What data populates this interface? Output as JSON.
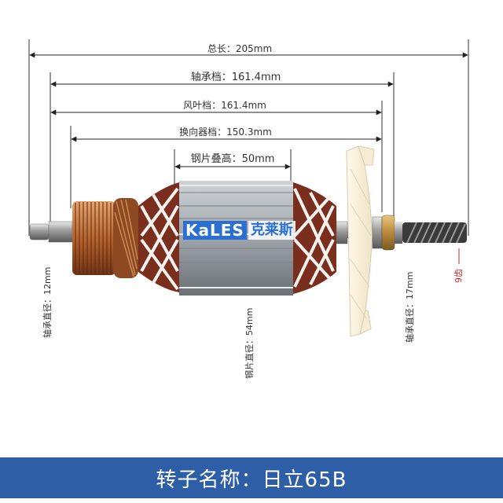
{
  "dimensions": {
    "total_length": "总长：205mm",
    "bearing_span": "轴承档：161.4mm",
    "fan_span": "风叶档：161.4mm",
    "commutator_span": "换向器档：150.3mm",
    "lamination_stack": "钢片叠高：50mm",
    "left_bearing_diameter": "轴承直径：12mm",
    "lamination_diameter": "钢片直径：54mm",
    "right_bearing_diameter": "轴承直径：17mm",
    "teeth_count": "9齿"
  },
  "brand": {
    "latin": "KaLES",
    "chinese": "克莱斯"
  },
  "banner": {
    "title": "转子名称：日立65B"
  },
  "colors": {
    "banner_bg": "#2e5ea6",
    "brand_blue": "#2a6fd1",
    "teeth_label": "#d22222"
  }
}
